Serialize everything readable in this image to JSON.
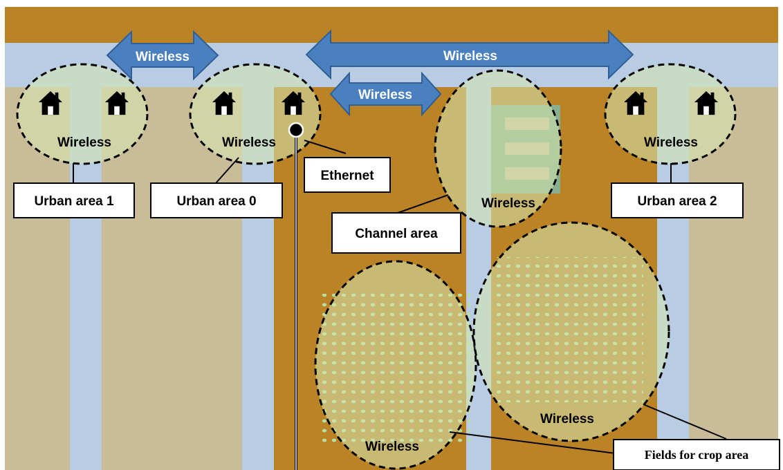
{
  "colors": {
    "sky": "#b8cde3",
    "earth_dark": "#b98326",
    "earth_light": "#c9bd99",
    "road": "#b8cde3",
    "zone_fill": "#d6e8b0",
    "arrow_fill": "#4a7fc0",
    "arrow_stroke": "#2f5f95",
    "channel": "#7fb7a2",
    "crop_dot": "#b7dfa0",
    "label_bg": "#ffffff",
    "text": "#000000"
  },
  "arrows": {
    "left": "Wireless",
    "top_right": "Wireless",
    "middle": "Wireless"
  },
  "zones": {
    "urban1": "Wireless",
    "urban0": "Wireless",
    "channel": "Wireless",
    "urban2": "Wireless",
    "crop_left": "Wireless",
    "crop_right": "Wireless"
  },
  "labels": {
    "urban1": "Urban area 1",
    "urban0": "Urban area 0",
    "ethernet": "Ethernet",
    "channel": "Channel area",
    "urban2": "Urban area 2",
    "crop": "Fields for crop area"
  },
  "icons": {
    "house": "house-icon",
    "node": "node-dot-icon"
  }
}
